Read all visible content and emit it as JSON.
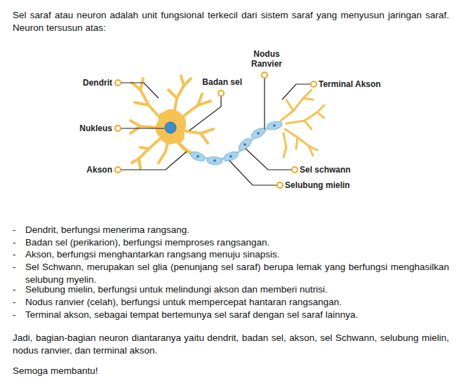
{
  "diagram": {
    "labels": [
      "Sel saraf atau neuron adalah unit fungsional terkecil dari sistem saraf yang menyusun jaringan saraf. Neuron tersusun atas:",
      "Nodus Ranvier",
      "Dendrit",
      "Badan sel",
      "Terminal Akson",
      "Nukleus",
      "Akson",
      "Sel schwann",
      "Selubung mielin",
      "-",
      "Dendrit, berfungsi menerima rangsang.",
      "-",
      "Badan sel (perikarion), berfungsi memproses rangsangan.",
      "-",
      "Akson, berfungsi menghantarkan rangsang menuju sinapsis.",
      "-",
      "Sel Schwann, merupakan sel glia (penunjang sel saraf) berupa lemak yang berfungsi menghasilkan selubung myelin.",
      "-",
      "Selubung mielin, berfungsi untuk melindungi akson dan memberi nutrisi.",
      "-",
      "Nodus ranvier (celah), berfungsi untuk mempercepat hantaran rangsangan.",
      "-",
      "Terminal akson, sebagai tempat bertemunya sel saraf dengan sel saraf lainnya.",
      "Jadi, bagian-bagian neuron diantaranya yaitu dendrit, badan sel, akson, sel Schwann, selubung mielin, nodus ranvier, dan terminal akson.",
      "Semoga membantu!"
    ]
  }
}
